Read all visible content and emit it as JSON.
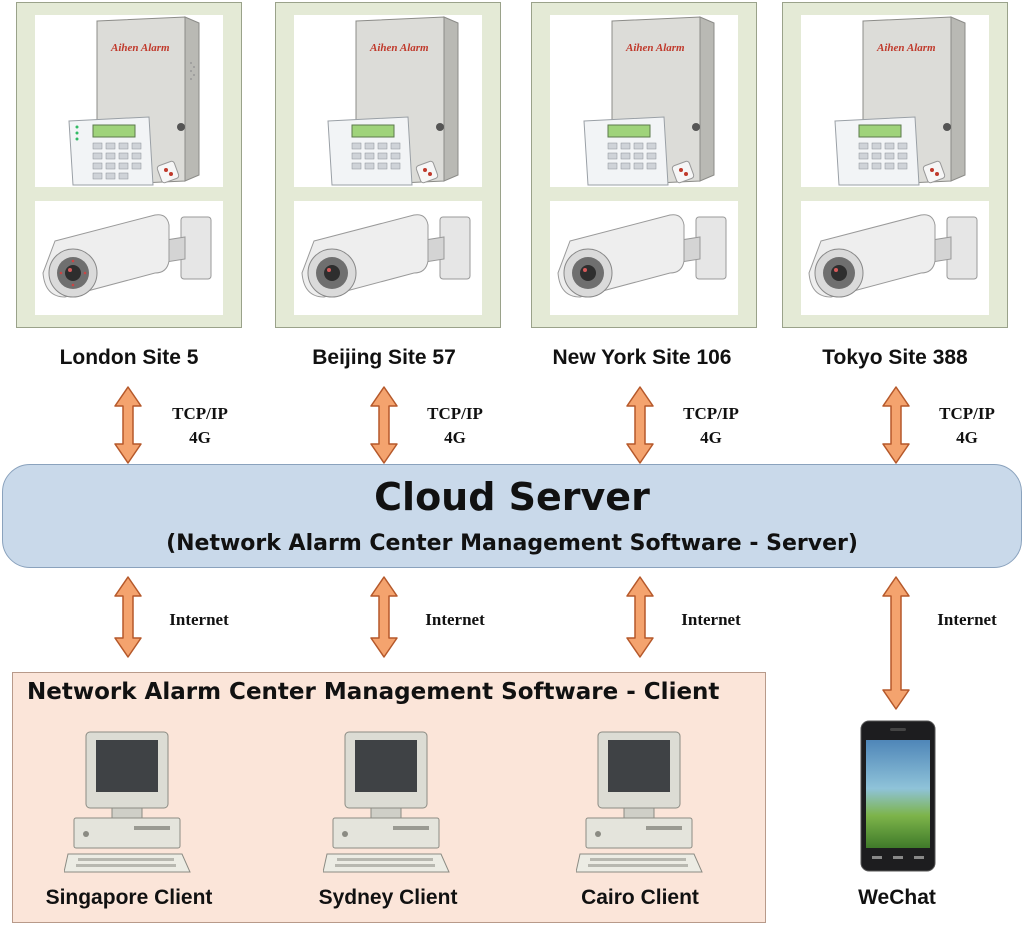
{
  "sites": [
    {
      "name": "London Site 5",
      "conn_line1": "TCP/IP",
      "conn_line2": "4G"
    },
    {
      "name": "Beijing Site 57",
      "conn_line1": "TCP/IP",
      "conn_line2": "4G"
    },
    {
      "name": "New York Site 106",
      "conn_line1": "TCP/IP",
      "conn_line2": "4G"
    },
    {
      "name": "Tokyo Site 388",
      "conn_line1": "TCP/IP",
      "conn_line2": "4G"
    }
  ],
  "cloud": {
    "title": "Cloud Server",
    "subtitle": "(Network Alarm Center Management Software - Server)"
  },
  "internet_labels": [
    "Internet",
    "Internet",
    "Internet",
    "Internet"
  ],
  "client_area": {
    "title": "Network Alarm Center Management Software - Client",
    "clients": [
      "Singapore Client",
      "Sydney Client",
      "Cairo Client"
    ]
  },
  "mobile": {
    "label": "WeChat",
    "icon": "smartphone-icon"
  },
  "colors": {
    "site_panel": "#e4ead6",
    "cloud_fill": "#c9d9ea",
    "client_fill": "#fbe5d9",
    "arrow_fill": "#f4a36e",
    "arrow_stroke": "#b5582a"
  },
  "panel_logo_text": "Aihen Alarm"
}
